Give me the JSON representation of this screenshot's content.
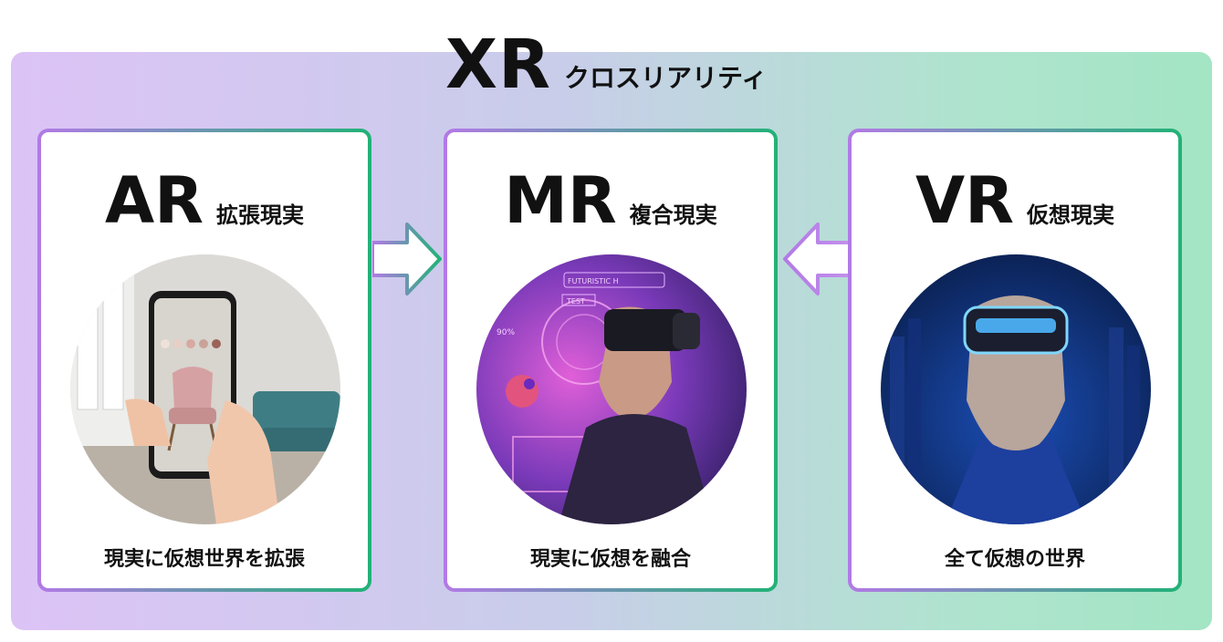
{
  "header": {
    "title": "XR",
    "subtitle": "クロスリアリティ"
  },
  "cards": [
    {
      "abbr": "AR",
      "name": "拡張現実",
      "caption": "現実に仮想世界を拡張"
    },
    {
      "abbr": "MR",
      "name": "複合現実",
      "caption": "現実に仮想を融合"
    },
    {
      "abbr": "VR",
      "name": "仮想現実",
      "caption": "全て仮想の世界"
    }
  ],
  "mr_image_texts": {
    "panel_label": "FUTURISTIC H",
    "test_label": "TEST",
    "percent": "90%"
  },
  "colors": {
    "card_border_start": "#b27ae6",
    "card_border_end": "#22b277",
    "band_left": "#dcc3f6",
    "band_right": "#a3e5c4"
  },
  "arrows": [
    {
      "name": "arrow-ar-to-mr",
      "direction": "right"
    },
    {
      "name": "arrow-vr-to-mr",
      "direction": "left"
    }
  ]
}
